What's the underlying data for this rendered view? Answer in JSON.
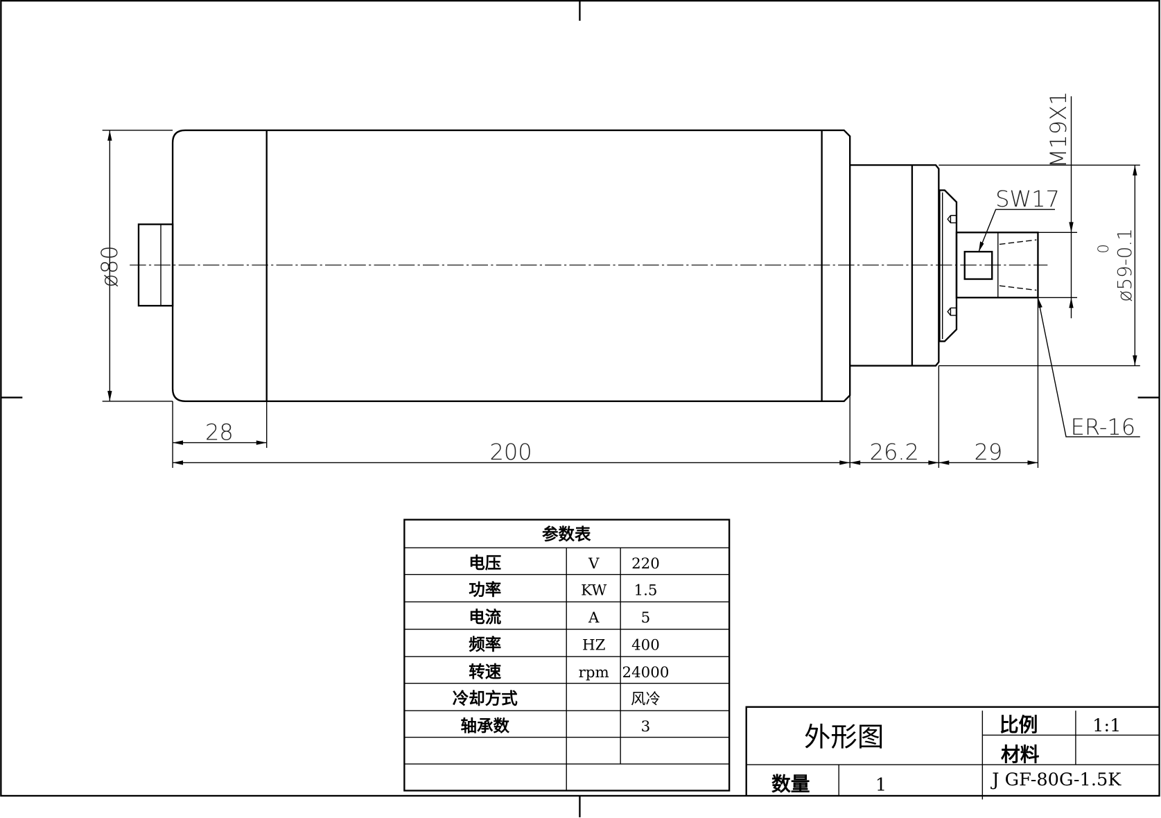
{
  "dimensions": {
    "diameter_body": "ø80",
    "len_28": "28",
    "len_200": "200",
    "len_26_2": "26.2",
    "len_29": "29",
    "thread": "M19X1",
    "wrench": "SW17",
    "collet": "ER-16",
    "diameter_neck": "ø59-0.1",
    "tolerance_upper": "0"
  },
  "param_table": {
    "title": "参数表",
    "rows": [
      {
        "name": "电压",
        "unit": "V",
        "value": "220"
      },
      {
        "name": "功率",
        "unit": "KW",
        "value": "1.5"
      },
      {
        "name": "电流",
        "unit": "A",
        "value": "5"
      },
      {
        "name": "频率",
        "unit": "HZ",
        "value": "400"
      },
      {
        "name": "转速",
        "unit": "rpm",
        "value": "24000"
      },
      {
        "name": "冷却方式",
        "unit": "",
        "value": "风冷"
      },
      {
        "name": "轴承数",
        "unit": "",
        "value": "3"
      }
    ]
  },
  "title_block": {
    "drawing_title": "外形图",
    "scale_label": "比例",
    "scale_value": "1:1",
    "material_label": "材料",
    "quantity_label": "数量",
    "quantity_value": "1",
    "model": "J GF-80G-1.5K"
  }
}
